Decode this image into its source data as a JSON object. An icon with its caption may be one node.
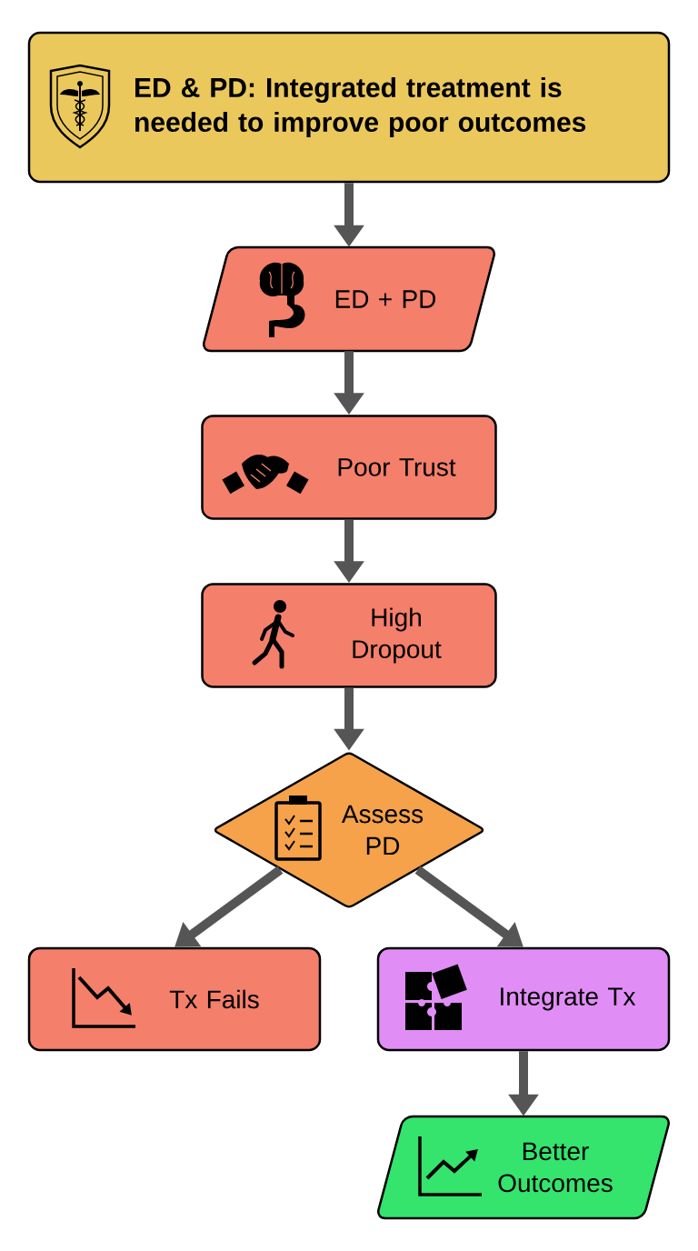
{
  "diagram": {
    "nodes": [
      {
        "text": [
          "ED & PD: Integrated treatment is needed to improve poor outcomes"
        ]
      },
      {
        "text": [
          "ED + PD"
        ]
      },
      {
        "text": [
          "Poor Trust"
        ]
      },
      {
        "text": [
          "High Dropout"
        ]
      },
      {
        "text": [
          "Assess PD"
        ]
      },
      {
        "text": [
          "Tx Fails"
        ]
      },
      {
        "text": [
          "Integrate Tx"
        ]
      },
      {
        "text": [
          "Better Outcomes"
        ]
      }
    ],
    "edges": [
      {
        "from": 0,
        "to": 1,
        "arrow": "to"
      },
      {
        "from": 1,
        "to": 2,
        "arrow": "to"
      },
      {
        "from": 2,
        "to": 3,
        "arrow": "to"
      },
      {
        "from": 3,
        "to": 4,
        "arrow": "to"
      },
      {
        "from": 4,
        "to": 5,
        "arrow": "to"
      },
      {
        "from": 4,
        "to": 6,
        "arrow": "to"
      },
      {
        "from": 6,
        "to": 7,
        "arrow": "to"
      }
    ]
  }
}
